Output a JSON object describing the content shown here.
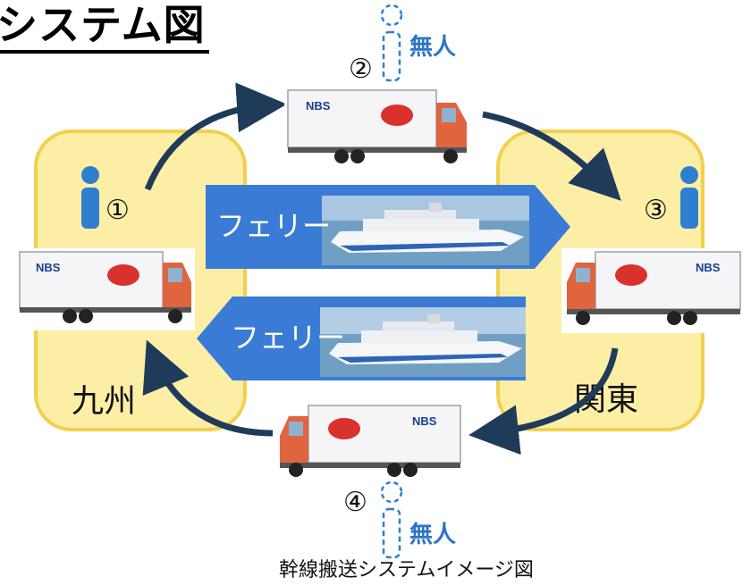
{
  "title": "システム図",
  "regions": {
    "left": "九州",
    "right": "関東"
  },
  "ferry": {
    "upper_label": "フェリー",
    "lower_label": "フェリー"
  },
  "steps": [
    "①",
    "②",
    "③",
    "④"
  ],
  "unmanned_label": "無人",
  "truck_brand": "NBS",
  "caption": "幹線搬送システムイメージ図",
  "colors": {
    "region_fill": "#fdeea6",
    "region_border": "#f3cf4c",
    "ferry_band": "#3a7bd5",
    "arrow": "#1f3b5a",
    "person_manned": "#2f7fd0",
    "person_unmanned": "#2f7fd0"
  }
}
